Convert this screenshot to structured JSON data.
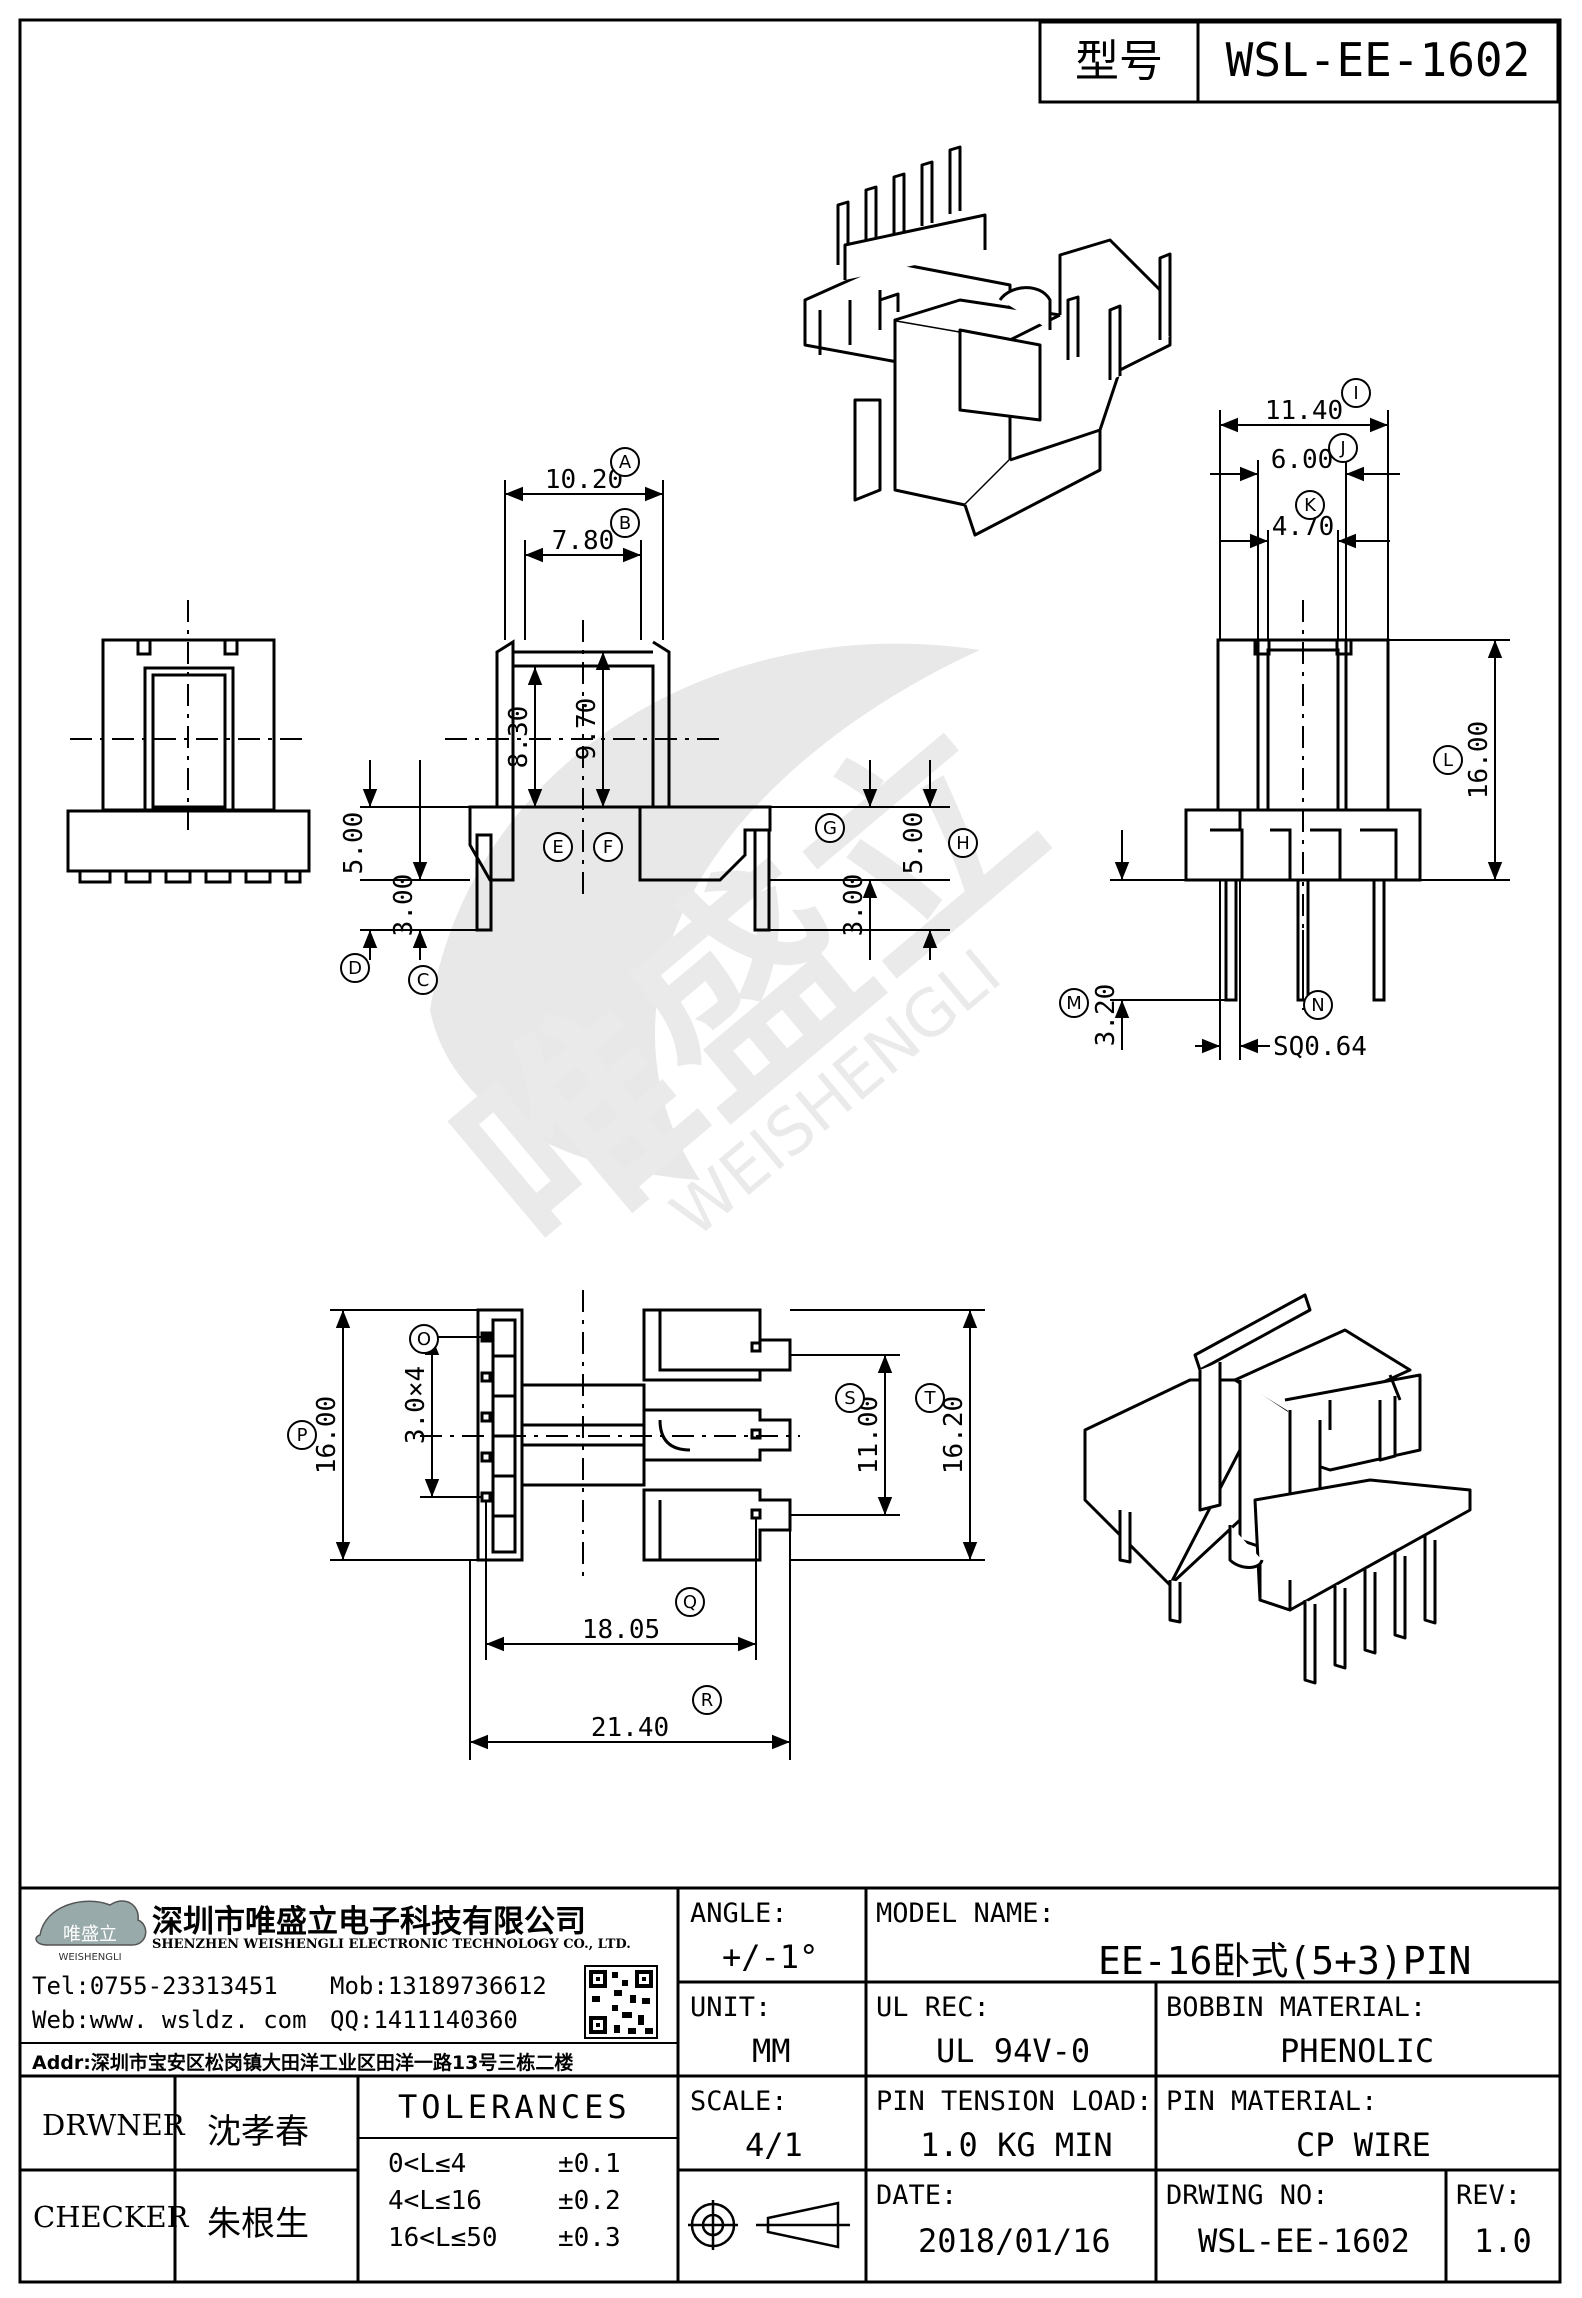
{
  "header": {
    "model_label": "型号",
    "model_value": "WSL-EE-1602"
  },
  "dimensions": {
    "a": "10.20",
    "b": "7.80",
    "c": "3.00",
    "d": "5.00",
    "e": "8.30",
    "f": "9.70",
    "g": "3.00",
    "h": "5.00",
    "i": "11.40",
    "j": "6.00",
    "k": "4.70",
    "l": "16.00",
    "m": "3.20",
    "n": "SQ0.64",
    "o": "3.0×4",
    "p": "16.00",
    "q": "18.05",
    "r": "21.40",
    "s": "11.00",
    "t": "16.20"
  },
  "callouts": {
    "a": "A",
    "b": "B",
    "c": "C",
    "d": "D",
    "e": "E",
    "f": "F",
    "g": "G",
    "h": "H",
    "i": "I",
    "j": "J",
    "k": "K",
    "l": "L",
    "m": "M",
    "n": "N",
    "o": "O",
    "p": "P",
    "q": "Q",
    "r": "R",
    "s": "S",
    "t": "T"
  },
  "watermark": {
    "brand_cn": "唯盛立",
    "brand_en": "WEISHENGLI"
  },
  "title_block": {
    "company_cn": "深圳市唯盛立电子科技有限公司",
    "company_en": "SHENZHEN WEISHENGLI ELECTRONIC TECHNOLOGY CO., LTD.",
    "logo_cn": "唯盛立",
    "logo_en": "WEISHENGLI",
    "tel": "Tel:0755-23313451",
    "mob": "Mob:13189736612",
    "web": "Web:www. wsldz. com",
    "qq": "QQ:1411140360",
    "addr": "Addr:深圳市宝安区松岗镇大田洋工业区田洋一路13号三栋二楼",
    "angle_label": "ANGLE:",
    "angle_value": "+/-1°",
    "model_name_label": "MODEL NAME:",
    "model_name_value": "EE-16卧式(5+3)PIN",
    "unit_label": "UNIT:",
    "unit_value": "MM",
    "ul_label": "UL REC:",
    "ul_value": "UL 94V-0",
    "bobbin_label": "BOBBIN MATERIAL:",
    "bobbin_value": "PHENOLIC",
    "scale_label": "SCALE:",
    "scale_value": "4/1",
    "tension_label": "PIN TENSION LOAD:",
    "tension_value": "1.0 KG MIN",
    "pin_label": "PIN MATERIAL:",
    "pin_value": "CP WIRE",
    "date_label": "DATE:",
    "date_value": "2018/01/16",
    "drwing_label": "DRWING NO:",
    "drwing_value": "WSL-EE-1602",
    "rev_label": "REV:",
    "rev_value": "1.0",
    "drwner_label": "DRWNER",
    "drwner_value": "沈孝春",
    "checker_label": "CHECKER",
    "checker_value": "朱根生",
    "tolerances_label": "TOLERANCES",
    "tol1_range": "0<L≤4",
    "tol1_value": "±0.1",
    "tol2_range": "4<L≤16",
    "tol2_value": "±0.2",
    "tol3_range": "16<L≤50",
    "tol3_value": "±0.3"
  }
}
